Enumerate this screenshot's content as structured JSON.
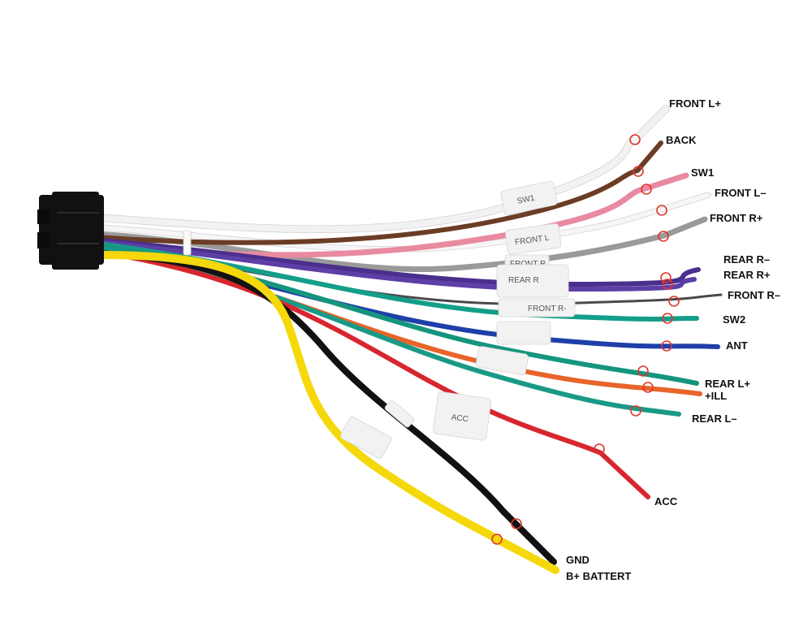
{
  "wires": [
    {
      "id": "front-l-plus",
      "label": "FRONT L+",
      "color": "#f2f2f2"
    },
    {
      "id": "back",
      "label": "BACK",
      "color": "#6b3d24"
    },
    {
      "id": "sw1",
      "label": "SW1",
      "color": "#e98aa0"
    },
    {
      "id": "front-l-minus",
      "label": "FRONT L–",
      "color": "#f6f6f6"
    },
    {
      "id": "front-r-plus",
      "label": "FRONT R+",
      "color": "#9a9a9a"
    },
    {
      "id": "rear-r-minus",
      "label": "REAR R–",
      "color": "#4a2f8c"
    },
    {
      "id": "rear-r-plus",
      "label": "REAR R+",
      "color": "#5d3fa6"
    },
    {
      "id": "front-r-minus",
      "label": "FRONT R–",
      "color": "#4a4a4a"
    },
    {
      "id": "sw2",
      "label": "SW2",
      "color": "#139e8a"
    },
    {
      "id": "ant",
      "label": "ANT",
      "color": "#1f3fa8"
    },
    {
      "id": "rear-l-plus",
      "label": "REAR L+",
      "color": "#15957d"
    },
    {
      "id": "ill",
      "label": "+ILL",
      "color": "#e8642a"
    },
    {
      "id": "rear-l-minus",
      "label": "REAR L–",
      "color": "#1a9a86"
    },
    {
      "id": "acc",
      "label": "ACC",
      "color": "#d8262e"
    },
    {
      "id": "gnd",
      "label": "GND",
      "color": "#111111"
    },
    {
      "id": "b-plus",
      "label": "B+ BATTERT",
      "color": "#f5d80a"
    }
  ],
  "tags": {
    "t1": "SW1",
    "t2": "FRONT L",
    "t3": "FRONT R",
    "t4": "REAR R",
    "t5": "FRONT R-",
    "t6": "ACC"
  },
  "connector_color": "#111111"
}
